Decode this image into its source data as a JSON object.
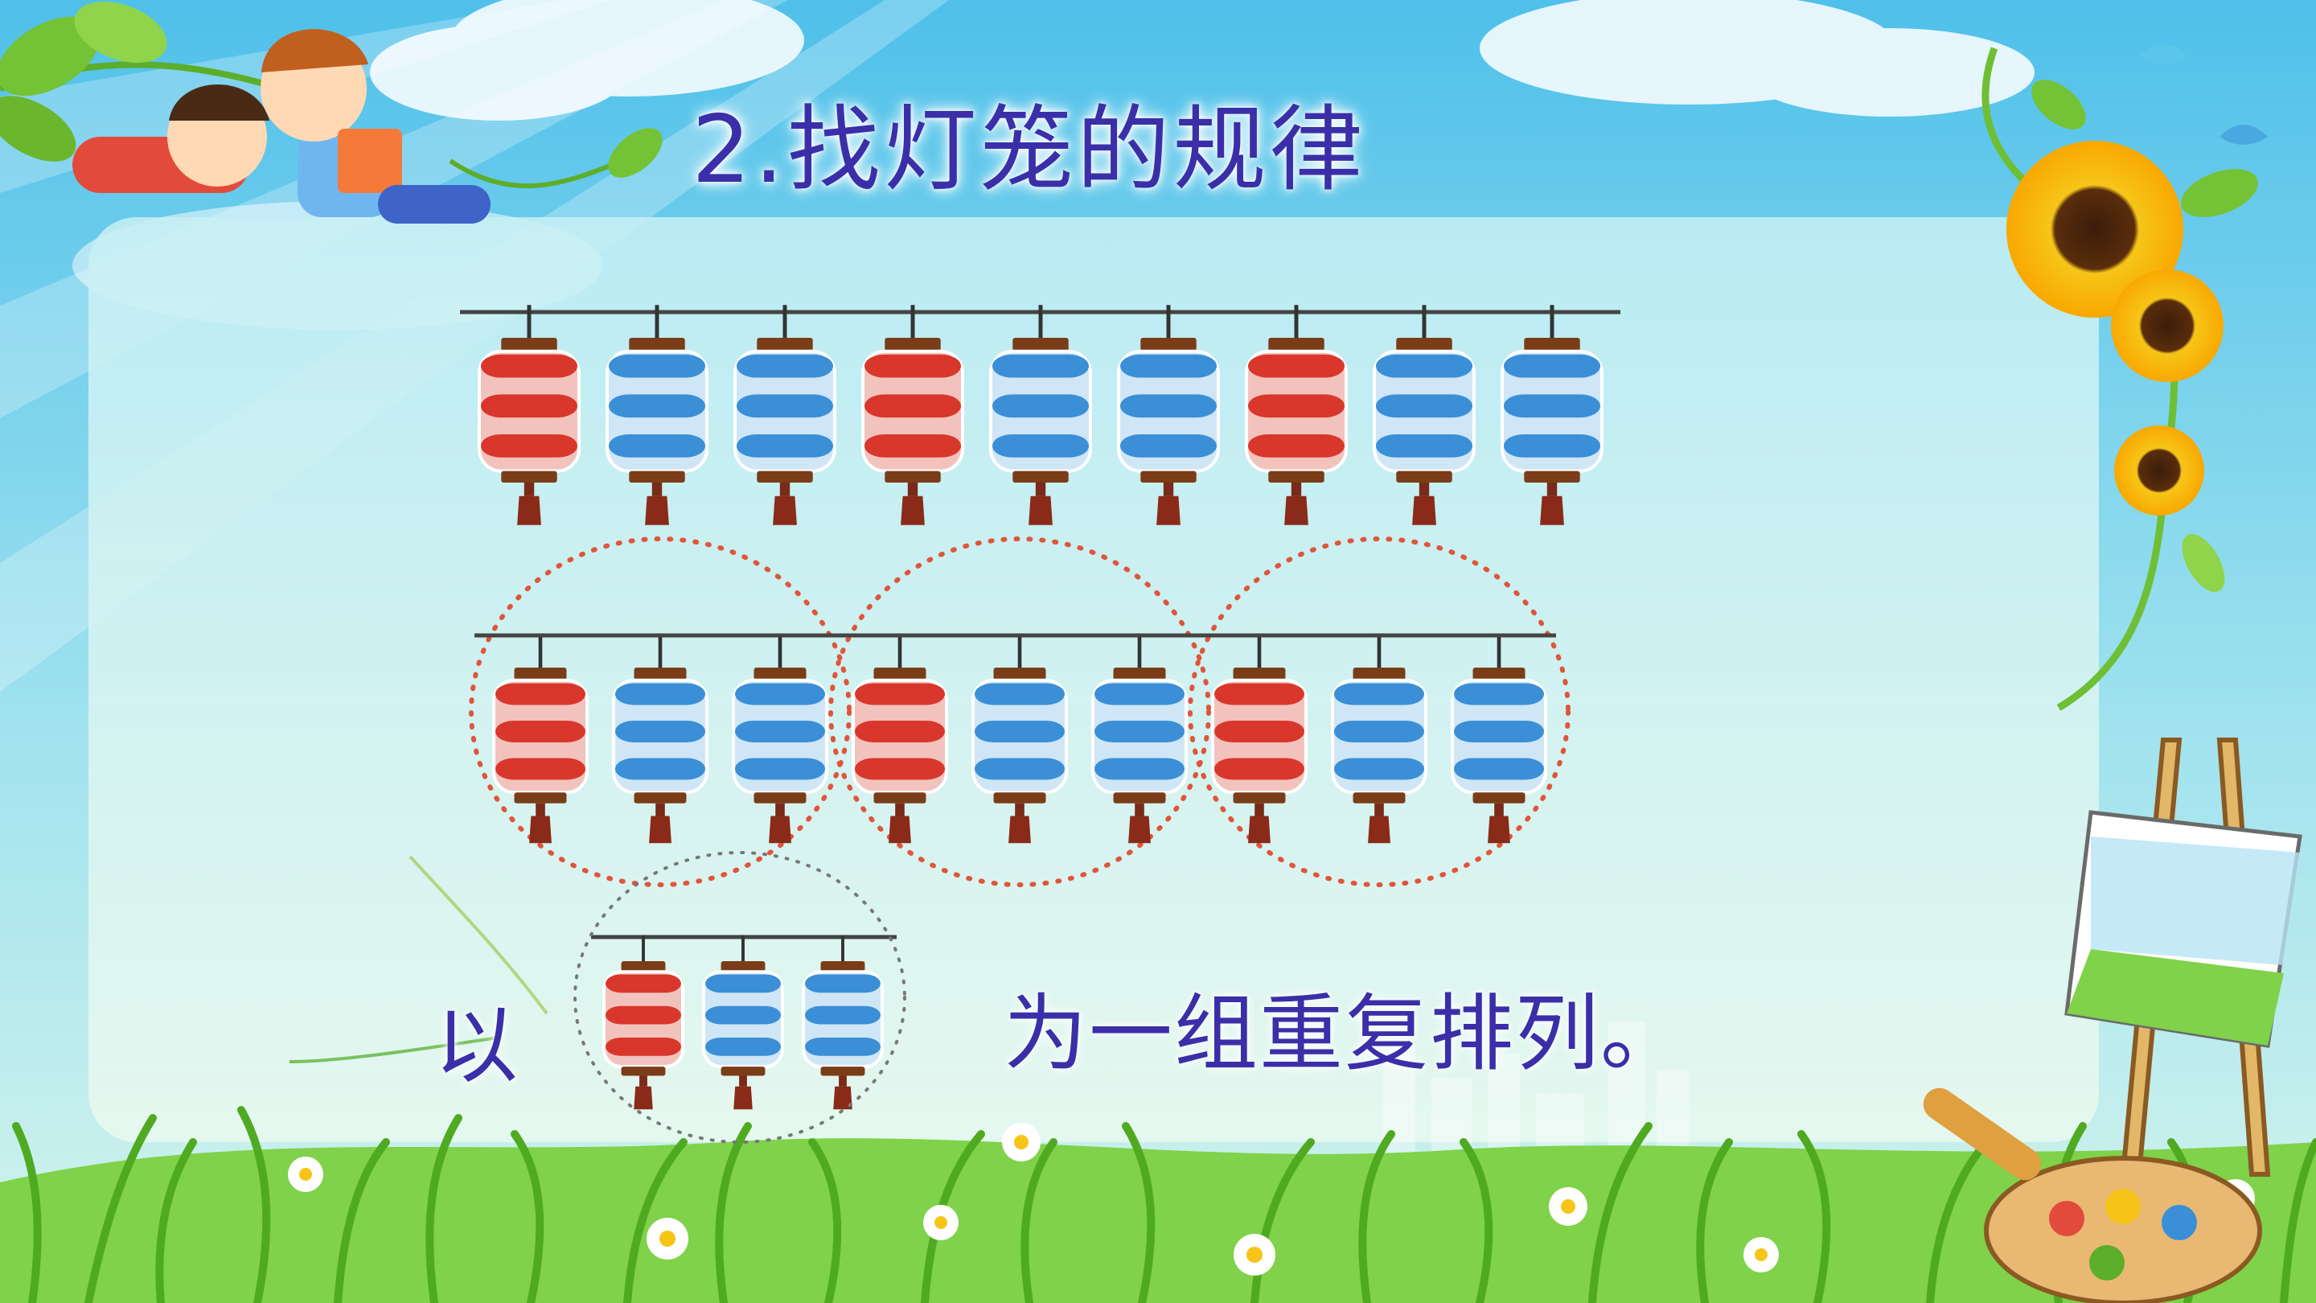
{
  "title": "2.找灯笼的规律",
  "caption": {
    "prefix": "以",
    "suffix": "为一组重复排列。"
  },
  "lantern_pattern": [
    "red",
    "blue",
    "blue",
    "red",
    "blue",
    "blue",
    "red",
    "blue",
    "blue"
  ],
  "group_pattern": [
    "red",
    "blue",
    "blue"
  ],
  "colors": {
    "red": "#d9372c",
    "red_light": "#f2c3bd",
    "blue": "#3b8fd6",
    "blue_light": "#cfe6f6",
    "title": "#3a2fa8",
    "group_circle": "#e0553a",
    "sky_top": "#5cc6ea",
    "sky_bottom": "#bfeff0",
    "grass": "#6cc83a"
  }
}
